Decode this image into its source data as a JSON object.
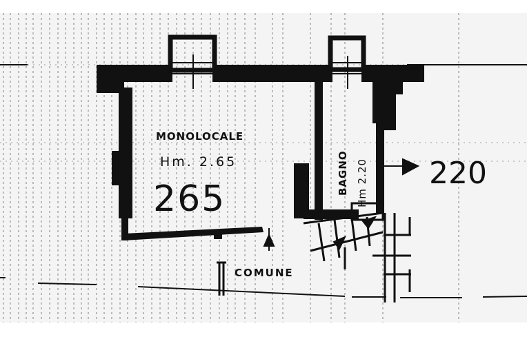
{
  "drawing": {
    "type": "scanned-floor-plan",
    "rooms": [
      {
        "name": "MONOLOCALE",
        "height_label": "Hm. 2.65",
        "dimension": "265"
      },
      {
        "name": "BAGNO",
        "height_label": "Hm 2.20",
        "dimension": "220"
      }
    ],
    "common_area_label": "COMUNE",
    "colors": {
      "ink": "#111111",
      "paper": "#f4f4f4",
      "border": "#ffffff"
    }
  }
}
